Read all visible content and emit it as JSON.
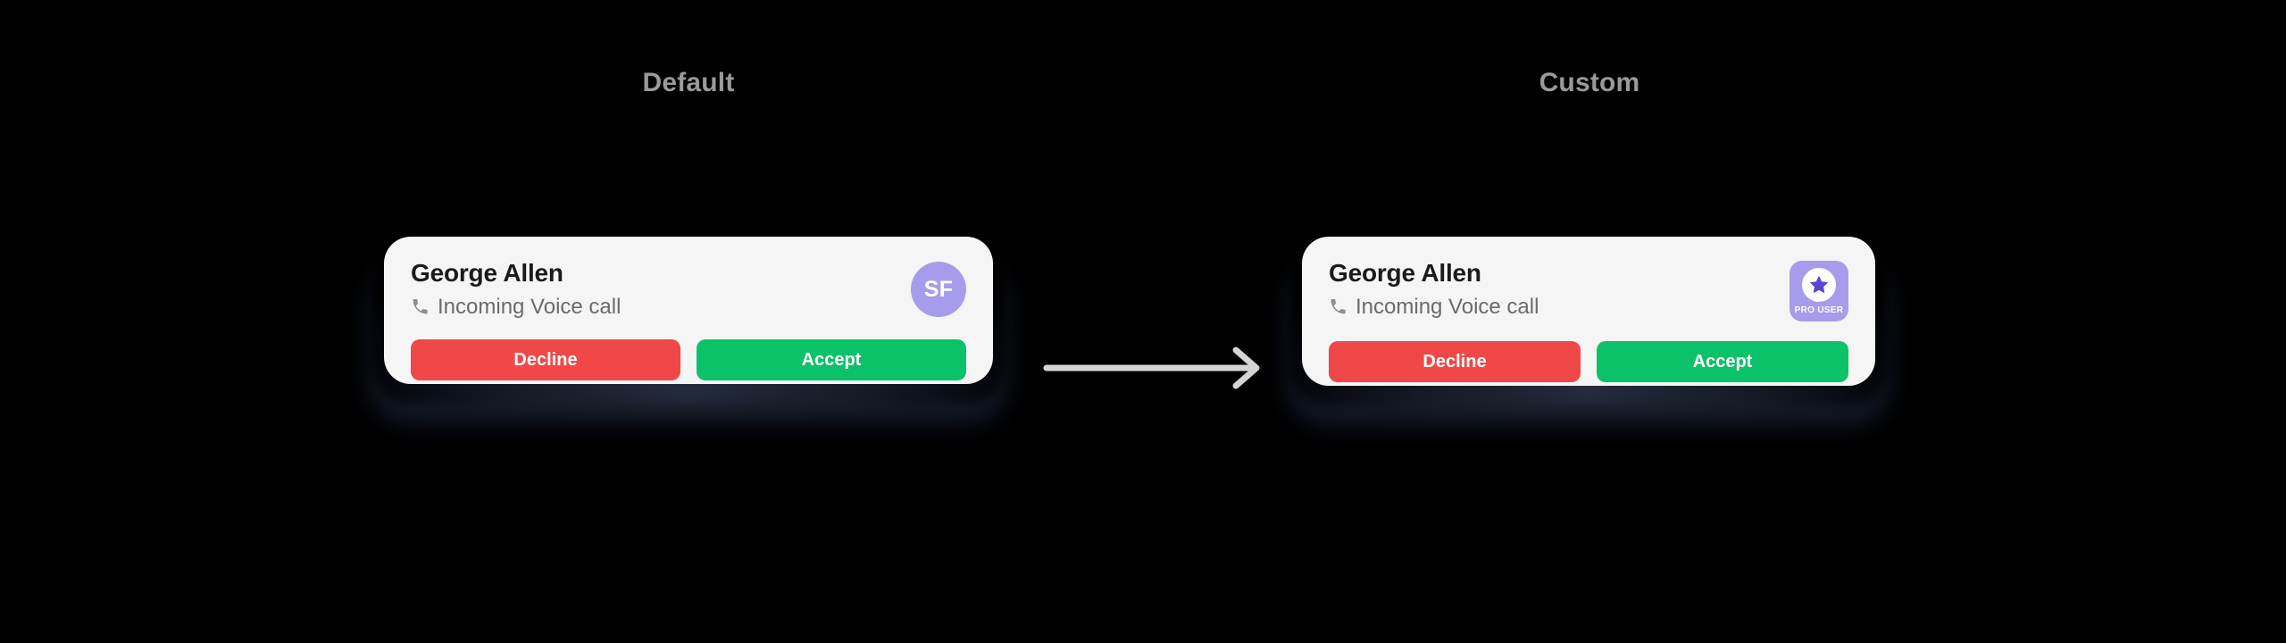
{
  "page": {
    "background": "#000000"
  },
  "columns": [
    {
      "label": "Default",
      "variant": "default"
    },
    {
      "label": "Custom",
      "variant": "custom"
    }
  ],
  "cards": {
    "default": {
      "caller_name": "George Allen",
      "call_status": "Incoming Voice call",
      "phone_icon": "phone-icon",
      "avatar": {
        "initials": "SF",
        "shape": "circle",
        "background": "#a79cec",
        "text_color": "#ffffff"
      },
      "buttons": {
        "decline": {
          "label": "Decline",
          "color": "#f04848"
        },
        "accept": {
          "label": "Accept",
          "color": "#0cc268"
        }
      },
      "surface": "#f5f5f5"
    },
    "custom": {
      "caller_name": "George Allen",
      "call_status": "Incoming Voice call",
      "phone_icon": "phone-icon",
      "badge": {
        "label": "PRO USER",
        "icon": "star-icon",
        "shape": "rounded-square",
        "background": "#a79cec",
        "disc_color": "#ffffff",
        "star_color": "#5b43d6",
        "text_color": "#ffffff"
      },
      "buttons": {
        "decline": {
          "label": "Decline",
          "color": "#f04848"
        },
        "accept": {
          "label": "Accept",
          "color": "#0cc268"
        }
      },
      "surface": "#f5f5f5"
    }
  },
  "arrow": {
    "icon": "arrow-right-icon",
    "color": "#d5d5d5",
    "direction": "right"
  },
  "colors": {
    "heading": "#9a9a9a",
    "caller_name": "#1b1b1b",
    "call_status": "#6b6b6b",
    "accent_purple": "#a79cec",
    "star_purple": "#5b43d6",
    "danger": "#f04848",
    "success": "#0cc268",
    "card_surface": "#f5f5f5",
    "background": "#000000",
    "shadow": "#1f2639"
  }
}
